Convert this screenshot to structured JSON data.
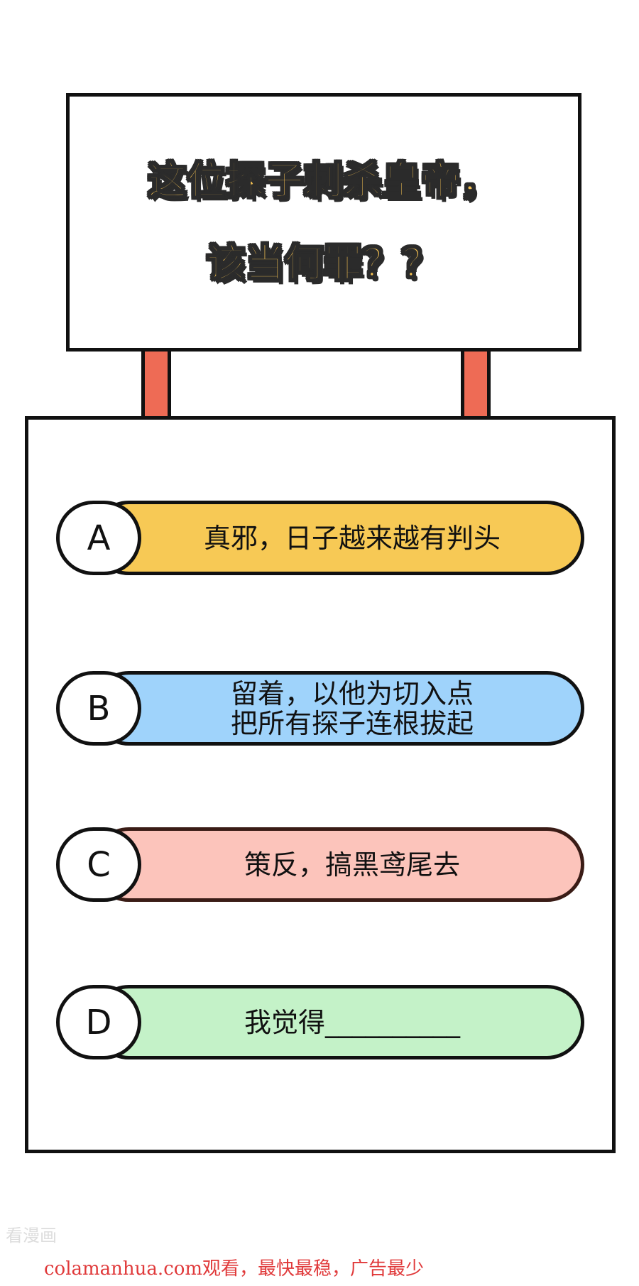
{
  "sign": {
    "question_line_1": "这位探子刺杀皇帝，",
    "question_line_2": "该当何罪？？"
  },
  "options": [
    {
      "letter": "A",
      "text": "真邪，日子越来越有判头",
      "color": "#f7c955"
    },
    {
      "letter": "B",
      "text": "留着，以他为切入点\n把所有探子连根拔起",
      "color": "#9fd3fb"
    },
    {
      "letter": "C",
      "text": "策反，搞黑鸢尾去",
      "color": "#fcc4bb"
    },
    {
      "letter": "D",
      "text": "我觉得__________",
      "color": "#c4f2c8"
    }
  ],
  "watermark": "看漫画",
  "footer": "colamanhua.com观看，最快最稳，广告最少",
  "colors": {
    "post": "#ee6b55",
    "question_fill": "#f4c152",
    "outline": "#111111",
    "footer_text": "#e0393a"
  }
}
